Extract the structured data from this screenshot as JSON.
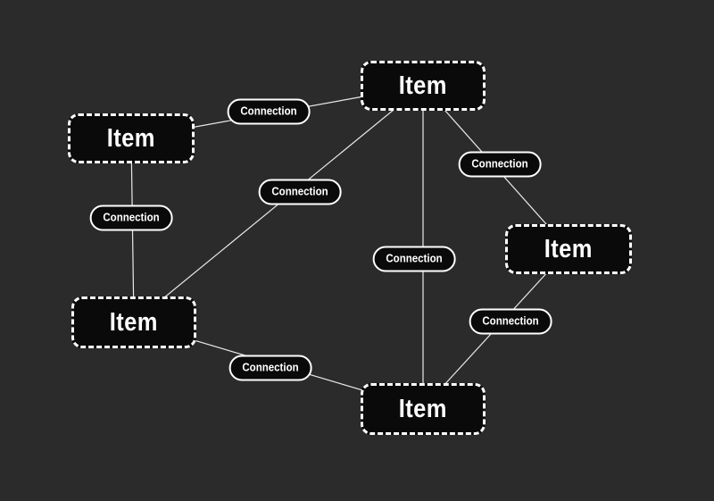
{
  "diagram": {
    "background_color": "#2b2b2b",
    "node_fill_color": "#0a0a0a",
    "node_border_color": "#ffffff",
    "edge_line_color": "#e9e9e9",
    "text_color": "#ffffff",
    "nodes": [
      {
        "id": "item-top",
        "label": "Item"
      },
      {
        "id": "item-left-upper",
        "label": "Item"
      },
      {
        "id": "item-right",
        "label": "Item"
      },
      {
        "id": "item-left-lower",
        "label": "Item"
      },
      {
        "id": "item-bottom",
        "label": "Item"
      }
    ],
    "edges": [
      {
        "label": "Connection",
        "from": "item-left-upper",
        "to": "item-top"
      },
      {
        "label": "Connection",
        "from": "item-top",
        "to": "item-left-lower"
      },
      {
        "label": "Connection",
        "from": "item-top",
        "to": "item-right"
      },
      {
        "label": "Connection",
        "from": "item-left-upper",
        "to": "item-left-lower"
      },
      {
        "label": "Connection",
        "from": "item-top",
        "to": "item-bottom"
      },
      {
        "label": "Connection",
        "from": "item-right",
        "to": "item-bottom"
      },
      {
        "label": "Connection",
        "from": "item-left-lower",
        "to": "item-bottom"
      }
    ]
  }
}
